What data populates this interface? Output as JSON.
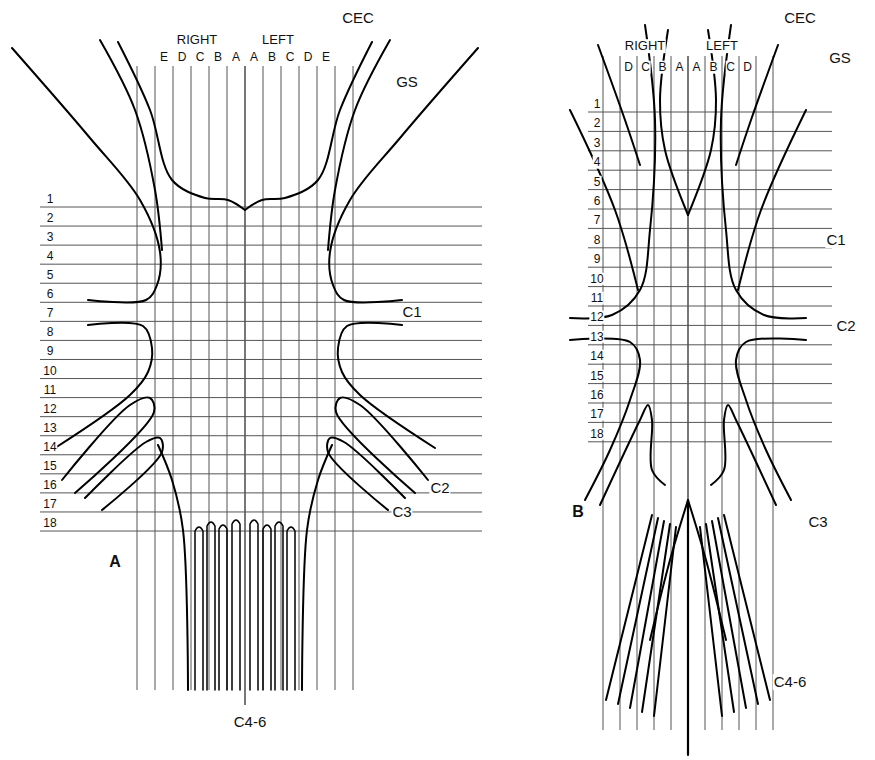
{
  "diagram": {
    "labels": [
      "RIGHT",
      "LEFT",
      "E",
      "D",
      "C",
      "B",
      "A",
      "A",
      "B",
      "C",
      "D",
      "E",
      "1",
      "2",
      "3",
      "4",
      "5",
      "6",
      "7",
      "8",
      "9",
      "10",
      "11",
      "12",
      "13",
      "14",
      "15",
      "16",
      "17",
      "18",
      "CEC",
      "GS",
      "C1",
      "C2",
      "C3",
      "C4-6",
      "A",
      "RIGHT",
      "LEFT",
      "D",
      "C",
      "B",
      "A",
      "A",
      "B",
      "C",
      "D",
      "1",
      "2",
      "3",
      "4",
      "5",
      "6",
      "7",
      "8",
      "9",
      "10",
      "11",
      "12",
      "13",
      "14",
      "15",
      "16",
      "17",
      "18",
      "CEC",
      "GS",
      "C1",
      "C2",
      "C3",
      "C4-6",
      "B"
    ]
  }
}
